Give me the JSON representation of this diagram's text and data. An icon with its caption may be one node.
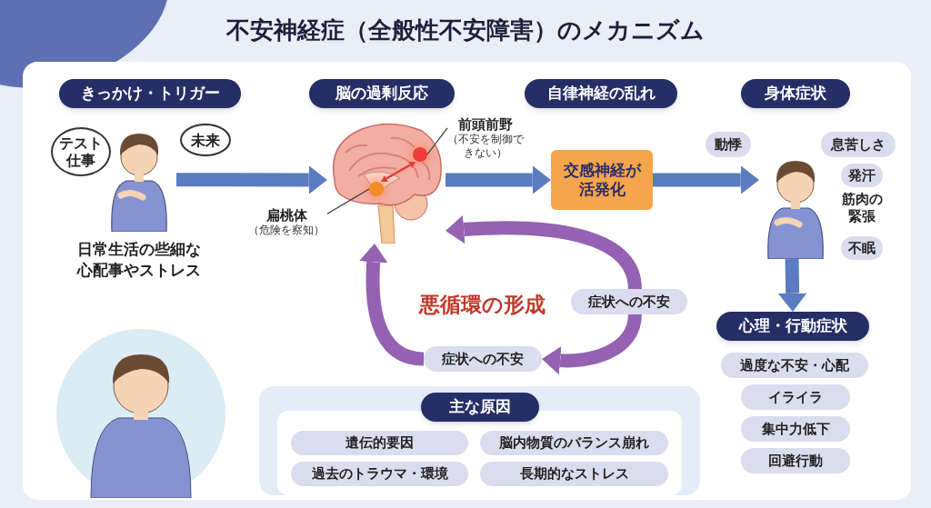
{
  "diagram": {
    "title": "不安神経症（全般性不安障害）のメカニズム",
    "nodes": [
      {
        "text": [
          "きっかけ・トリガー"
        ]
      },
      {
        "text": [
          "テスト仕事"
        ]
      },
      {
        "text": [
          "未来"
        ]
      },
      {
        "text": [],
        "shape": "picture",
        "beside": [
          "日常生活の些細な心配事やストレス"
        ]
      },
      {
        "text": [
          "脳の過剰反応"
        ]
      },
      {
        "text": [],
        "shape": "picture"
      },
      {
        "text": [
          "前頭前野",
          "（不安を制御できない）"
        ]
      },
      {
        "text": [
          "扁桃体",
          "（危険を察知）"
        ]
      },
      {
        "text": [],
        "shape": "circle",
        "in": 5
      },
      {
        "text": [],
        "shape": "circle",
        "in": 5
      },
      {
        "text": [
          "自律神経の乱れ"
        ]
      },
      {
        "text": [
          "交感神経が活発化"
        ]
      },
      {
        "text": [
          "身体症状"
        ]
      },
      {
        "text": [],
        "shape": "picture"
      },
      {
        "text": [
          "動悸"
        ]
      },
      {
        "text": [
          "息苦しさ"
        ]
      },
      {
        "text": [
          "発汗"
        ]
      },
      {
        "text": [
          "不眠"
        ]
      },
      {
        "text": [
          "心理・行動症状"
        ]
      },
      {
        "text": [
          "過度な不安・心配"
        ]
      },
      {
        "text": [
          "イライラ"
        ]
      },
      {
        "text": [
          "集中力低下"
        ]
      },
      {
        "text": [
          "回避行動"
        ]
      },
      {
        "text": [
          "症状への不安"
        ]
      },
      {
        "text": [
          "症状への不安"
        ]
      },
      {
        "text": [],
        "shape": "box"
      },
      {
        "text": [
          "主な原因"
        ],
        "in": 25
      },
      {
        "text": [
          "遺伝的要因"
        ],
        "in": 25
      },
      {
        "text": [
          "脳内物質のバランス崩れ"
        ],
        "in": 25
      },
      {
        "text": [
          "過去のトラウマ・環境"
        ],
        "in": 25
      },
      {
        "text": [
          "長期的なストレス"
        ],
        "in": 25
      }
    ],
    "edges": [
      {
        "from": 3,
        "to": 5,
        "arrow": "to"
      },
      {
        "from": 6,
        "to": 8,
        "arrow": "none",
        "color": "#333333"
      },
      {
        "from": 7,
        "to": 9,
        "arrow": "none",
        "color": "#333333"
      },
      {
        "from": 8,
        "to": 9,
        "arrow": "both",
        "color": "#e53935"
      },
      {
        "from": 5,
        "to": 11,
        "arrow": "to"
      },
      {
        "from": 11,
        "to": 13,
        "arrow": "to"
      },
      {
        "from": 13,
        "to": 18,
        "arrow": "to"
      },
      {
        "from": 23,
        "to": 5,
        "arrow": "to",
        "color": "#9461b3"
      },
      {
        "from": 23,
        "to": 24,
        "arrow": "to",
        "color": "#9461b3"
      },
      {
        "from": 24,
        "to": 5,
        "arrow": "to",
        "color": "#9461b3"
      }
    ],
    "labels": [
      "筋肉の緊張",
      "悪循環の形成"
    ]
  }
}
